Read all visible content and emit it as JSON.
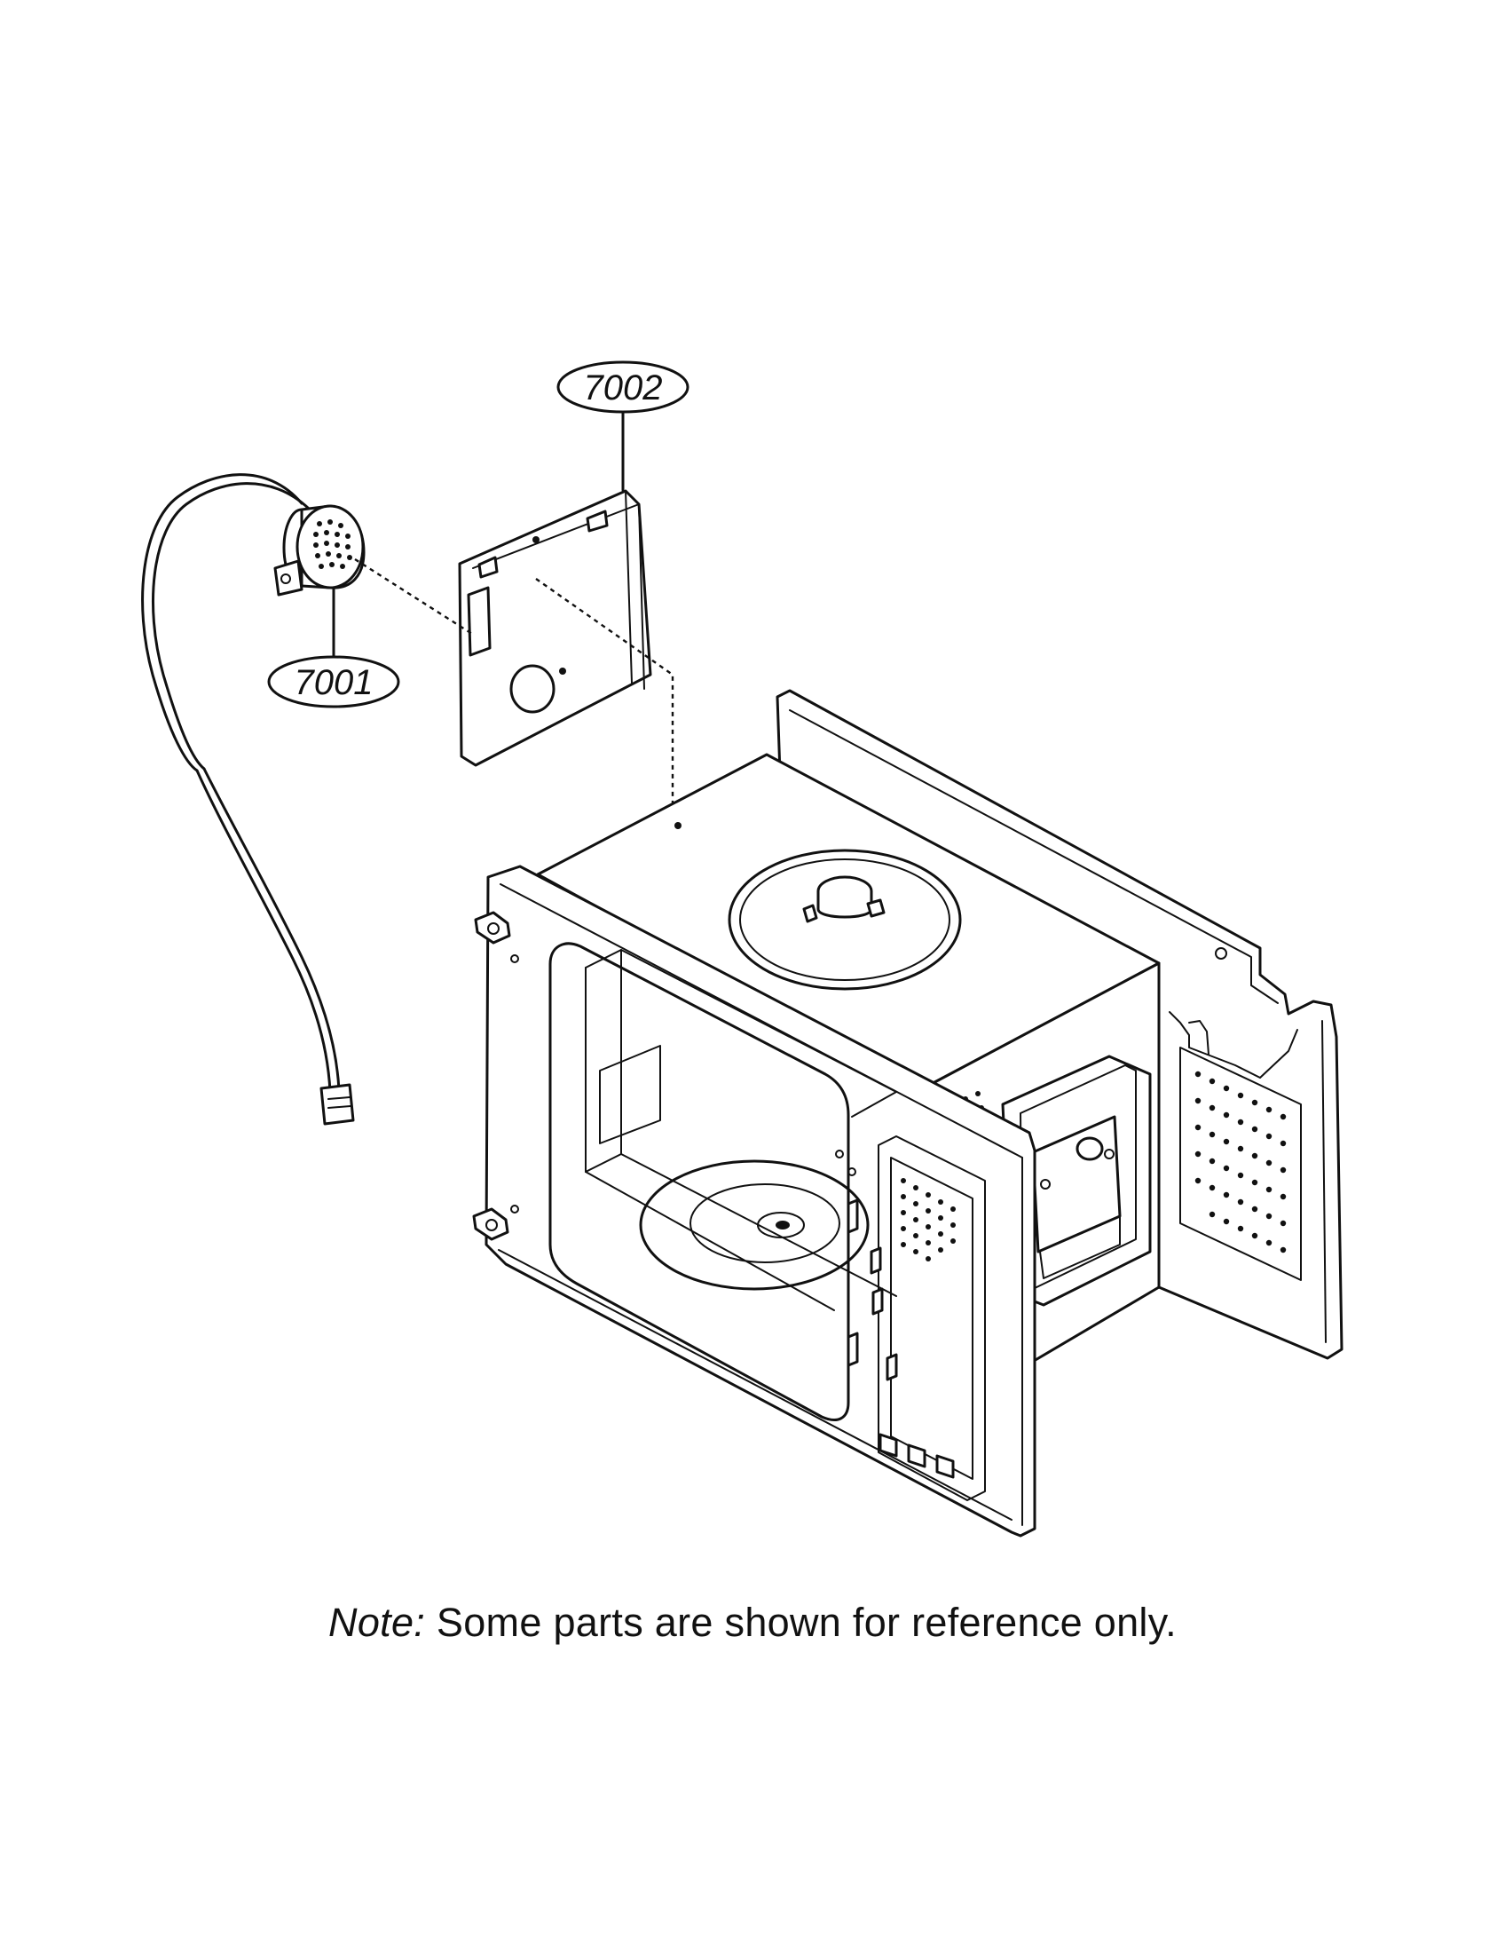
{
  "callouts": [
    {
      "label": "7002"
    },
    {
      "label": "7001"
    }
  ],
  "note": {
    "label": "Note:",
    "text": "Some parts are shown for reference only."
  }
}
